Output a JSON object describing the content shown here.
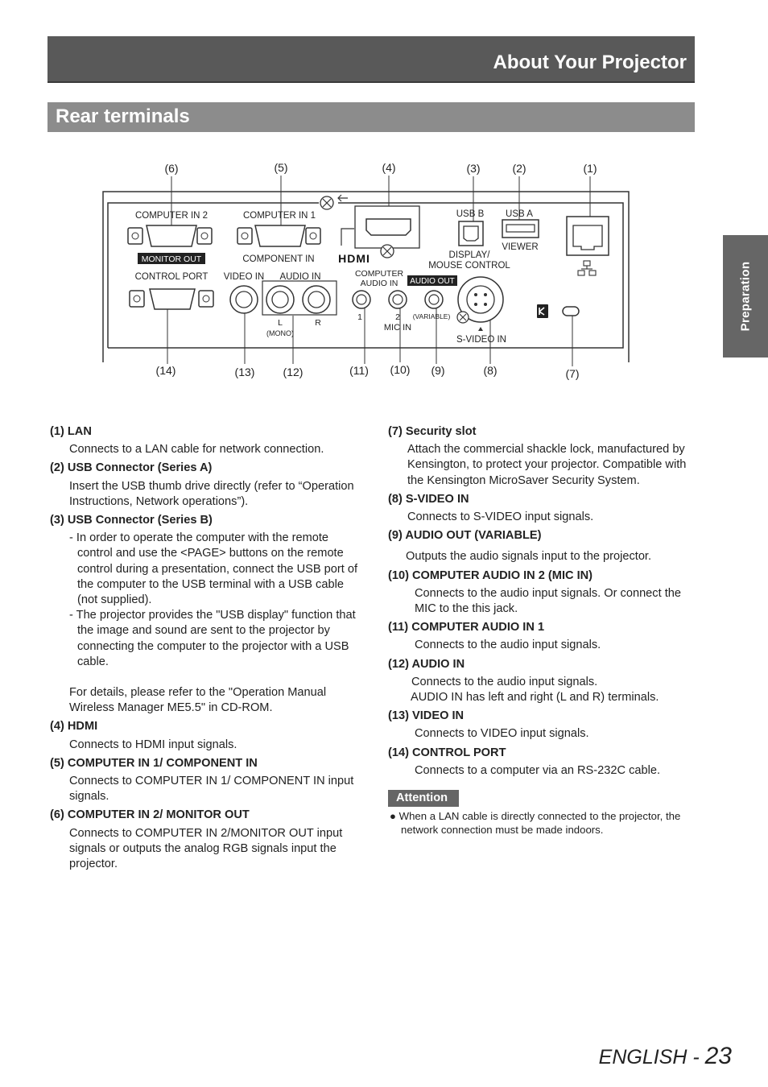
{
  "header": {
    "title": "About Your Projector"
  },
  "section": {
    "title": "Rear terminals"
  },
  "side_tab": {
    "label": "Preparation"
  },
  "diagram": {
    "top_callouts": [
      "(6)",
      "(5)",
      "(4)",
      "(3)",
      "(2)",
      "(1)"
    ],
    "bottom_callouts": [
      "(14)",
      "(13)",
      "(12)",
      "(11)",
      "(10)",
      "(9)",
      "(8)",
      "(7)"
    ],
    "labels": {
      "computer_in_2": "COMPUTER IN 2",
      "monitor_out": "MONITOR OUT",
      "computer_in_1": "COMPUTER IN 1",
      "component_in": "COMPONENT IN",
      "control_port": "CONTROL PORT",
      "video_in": "VIDEO IN",
      "audio_in": "AUDIO IN",
      "audio_l": "L",
      "audio_r": "R",
      "mono": "(MONO)",
      "hdmi": "HDMI",
      "usb_b": "USB B",
      "display_mouse_1": "DISPLAY/",
      "display_mouse_2": "MOUSE CONTROL",
      "usb_a": "USB A",
      "viewer": "VIEWER",
      "computer_audio_1": "COMPUTER",
      "computer_audio_2": "AUDIO IN",
      "audio_out": "AUDIO OUT",
      "jack_1": "1",
      "jack_2": "2",
      "mic_in": "MIC IN",
      "variable": "(VARIABLE)",
      "svideo_in": "S-VIDEO IN"
    }
  },
  "left_items": [
    {
      "term": "(1) LAN",
      "desc": "Connects to a LAN cable for network connection."
    },
    {
      "term": "(2) USB Connector (Series A)",
      "desc": "Insert the USB thumb drive directly (refer to “Operation Instructions, Network operations”)."
    },
    {
      "term": "(3) USB Connector (Series B)",
      "bullets": [
        "- In order to operate the computer with the remote control and use the <PAGE> buttons on the remote control during a presentation, connect the USB port of the computer to the USB terminal with a USB cable (not supplied).",
        "- The projector provides the \"USB display\" function that the image and sound are sent to the projector by connecting the computer to the projector with a USB cable."
      ],
      "note": "For details, please refer to the \"Operation Manual Wireless Manager ME5.5\" in CD-ROM."
    },
    {
      "term": "(4) HDMI",
      "desc": "Connects to HDMI input signals."
    },
    {
      "term": "(5) COMPUTER IN 1/ COMPONENT IN",
      "desc": "Connects to COMPUTER IN 1/ COMPONENT IN input signals."
    },
    {
      "term": "(6) COMPUTER IN 2/ MONITOR OUT",
      "desc": "Connects to COMPUTER IN 2/MONITOR OUT input signals or outputs the analog RGB signals input the projector."
    }
  ],
  "right_items": [
    {
      "term": "(7) Security slot",
      "desc": "Attach the commercial shackle lock, manufactured by Kensington, to protect your projector. Compatible with the Kensington MicroSaver Security System."
    },
    {
      "term": "(8) S-VIDEO IN",
      "desc": "Connects to S-VIDEO input signals."
    },
    {
      "term": "(9) AUDIO OUT (VARIABLE)",
      "desc": "Outputs the audio signals input to the projector."
    },
    {
      "term": "(10) COMPUTER AUDIO IN 2 (MIC IN)",
      "desc": "Connects to the audio input signals. Or connect the MIC to the this jack."
    },
    {
      "term": "(11) COMPUTER AUDIO IN 1",
      "desc": "Connects to the audio input signals."
    },
    {
      "term": "(12) AUDIO IN",
      "desc": "Connects to the audio input signals.",
      "desc2": "AUDIO IN has left and right (L and R) terminals."
    },
    {
      "term": "(13) VIDEO IN",
      "desc": "Connects to VIDEO input signals."
    },
    {
      "term": "(14) CONTROL PORT",
      "desc": "Connects to a computer via an RS-232C cable."
    }
  ],
  "attention": {
    "label": "Attention",
    "items": [
      "When a LAN cable is directly connected to the projector, the network connection must be made indoors."
    ]
  },
  "footer": {
    "language": "ENGLISH - ",
    "page": "23"
  }
}
